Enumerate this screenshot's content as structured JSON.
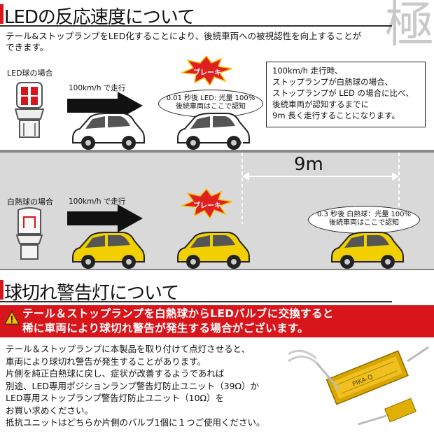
{
  "section1": {
    "title": "LEDの反応速度について",
    "intro": [
      "テール&ストップランプをLED化することにより、後続車両への被視認性を向上することが",
      "できます。"
    ]
  },
  "led_row": {
    "label": "LED球の場合",
    "speed": "100km/h で走行",
    "brake": "ブレーキ",
    "callout": [
      "0.01 秒後 LED: 光量 100%",
      "後続車両はここで認知"
    ]
  },
  "incandescent_row": {
    "label": "白熱球の場合",
    "speed": "100km/h で走行",
    "brake": "ブレーキ",
    "callout": [
      "0.3 秒後 白熱球：光量 100%",
      "後続車両はここで認知"
    ]
  },
  "infobox": [
    "100km/h 走行時、",
    "ストップランプが白熱球の場合、",
    "ストップランプが LED の場合に比べ、",
    "後続車両が認知するまでに",
    "9m 長く走行することになります。"
  ],
  "distance": "9m",
  "section2": {
    "title": "球切れ警告灯について",
    "warning": [
      "テール＆ストップランプを白熱球からLEDバルブに交換すると",
      "稀に車両により球切れ警告が発生する場合がございます。"
    ],
    "body": [
      "テール＆ストップランプに本製品を取り付けて点灯させると、",
      "車両により球切れ警告が発生することがあります。",
      "片側を純正白熱球に戻し、症状が改善するようであれば",
      "別途、LED専用ポジションランプ警告灯防止ユニット（39Ω）か",
      "LED専用ストップランプ警告灯防止ユニット（10Ω）を",
      "お買い求めください。",
      "抵抗ユニットはどちらか片側のバルブ1個に１つご使用ください。"
    ],
    "resistor_label": "PIKA-Q"
  },
  "watermark": "極",
  "colors": {
    "accent_red": "#d8151b",
    "car_white": "#ffffff",
    "car_yellow": "#f2d000",
    "band_gray": "#d9d9d9"
  }
}
